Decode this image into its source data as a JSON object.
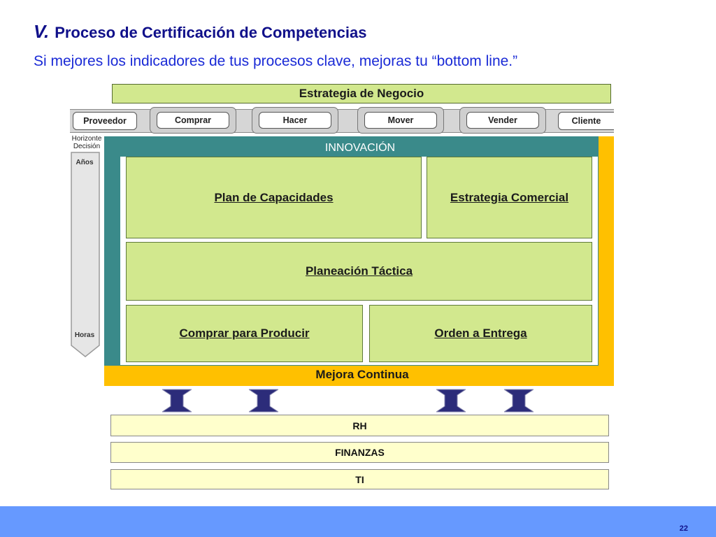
{
  "header": {
    "number": "V.",
    "title": "Proceso de Certificación de Competencias",
    "subtitle": "Si mejores los indicadores de tus procesos clave, mejoras tu “bottom line.”"
  },
  "diagram": {
    "strategy": "Estrategia de Negocio",
    "chain": {
      "start": "Proveedor",
      "steps": [
        "Comprar",
        "Hacer",
        "Mover",
        "Vender"
      ],
      "end": "Cliente"
    },
    "horizon": {
      "label_line1": "Horizonte",
      "label_line2": "Decisión",
      "top": "Años",
      "bottom": "Horas"
    },
    "innovation": "INNOVACIÓN",
    "blocks": {
      "capacity": "Plan de Capacidades",
      "commercial": "Estrategia Comercial",
      "tactical": "Planeación Táctica",
      "buy_to_produce": "Comprar para Producir",
      "order_to_delivery": "Orden a Entrega"
    },
    "continuous": "Mejora Continua",
    "support": [
      "RH",
      "FINANZAS",
      "TI"
    ]
  },
  "footer": {
    "page": "22"
  },
  "colors": {
    "title": "#10108a",
    "subtitle": "#1a2ad6",
    "green": "#d2e88e",
    "teal": "#3a8a8a",
    "orange": "#ffc000",
    "support": "#ffffcc",
    "arrow": "#2c2c7a",
    "footer": "#6699ff"
  }
}
